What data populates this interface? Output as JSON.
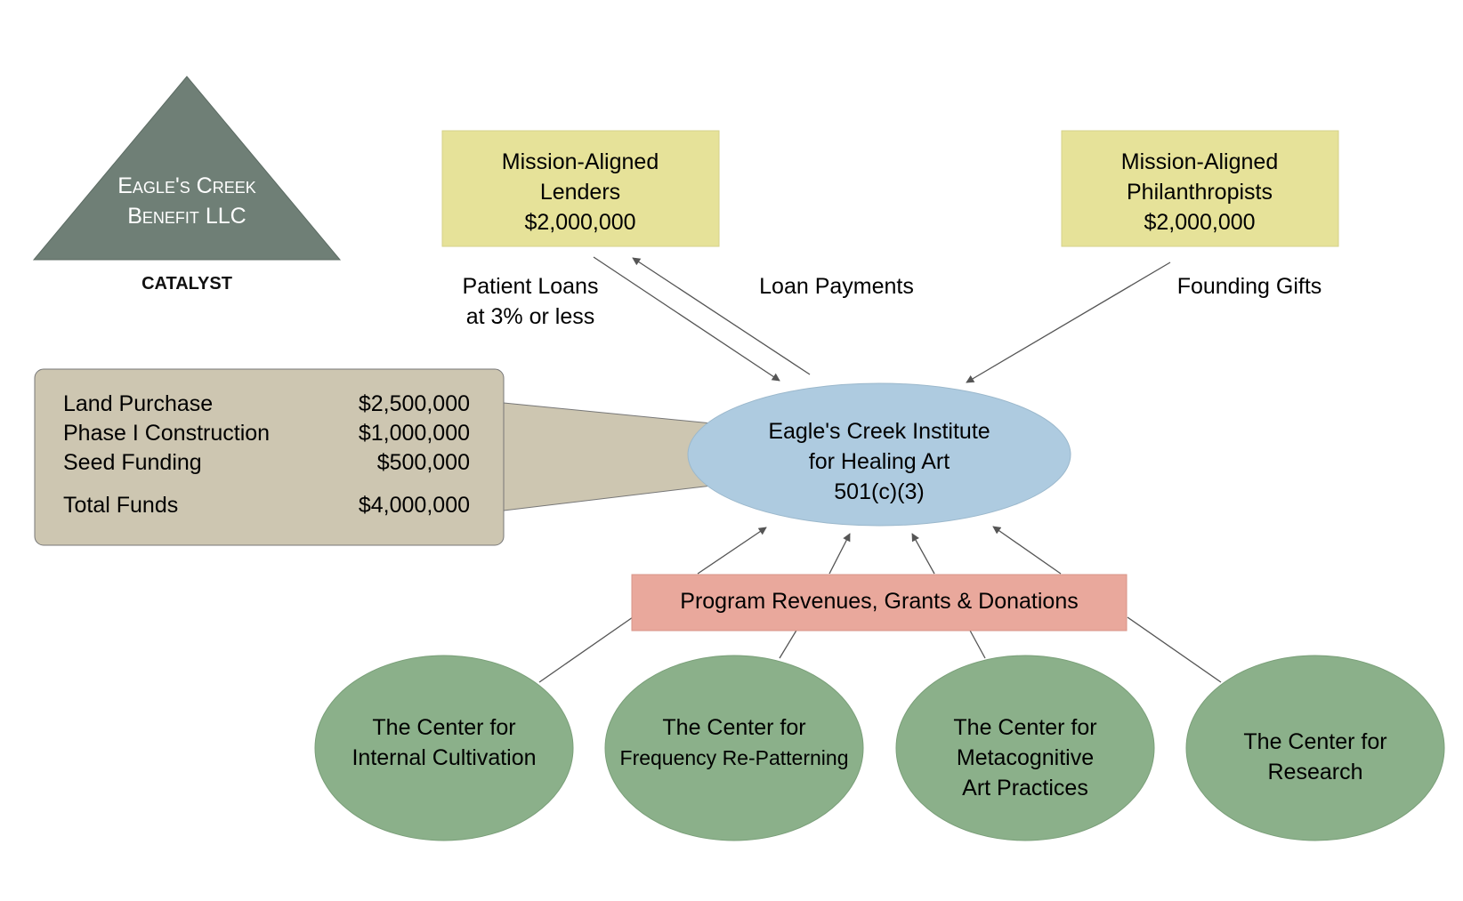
{
  "catalyst": {
    "name_line1": "Eagle's Creek",
    "name_line2": "Benefit LLC",
    "role": "CATALYST"
  },
  "lenders": {
    "line1": "Mission-Aligned",
    "line2": "Lenders",
    "amount": "$2,000,000"
  },
  "philanthropists": {
    "line1": "Mission-Aligned",
    "line2": "Philanthropists",
    "amount": "$2,000,000"
  },
  "flows": {
    "patient_loans_line1": "Patient Loans",
    "patient_loans_line2": "at 3% or less",
    "loan_payments": "Loan Payments",
    "founding_gifts": "Founding Gifts"
  },
  "funds": {
    "items": [
      {
        "label": "Land Purchase",
        "amount": "$2,500,000"
      },
      {
        "label": "Phase I Construction",
        "amount": "$1,000,000"
      },
      {
        "label": "Seed Funding",
        "amount": "$500,000"
      }
    ],
    "total_label": "Total Funds",
    "total_amount": "$4,000,000"
  },
  "institute": {
    "line1": "Eagle's Creek Institute",
    "line2": "for Healing Art",
    "line3": "501(c)(3)"
  },
  "revenues": {
    "label": "Program Revenues, Grants & Donations"
  },
  "centers": [
    {
      "line1": "The Center for",
      "line2": "Internal Cultivation"
    },
    {
      "line1": "The Center for",
      "line2": "Frequency Re-Patterning"
    },
    {
      "line1": "The Center for",
      "line2": "Metacognitive",
      "line3": "Art Practices"
    },
    {
      "line1": "The Center for",
      "line2": "Research"
    }
  ],
  "colors": {
    "triangle": "#6f7f76",
    "yellow_box": "#e6e299",
    "funds_box": "#cdc6b1",
    "institute": "#aecbe0",
    "revenues": "#e9a89c",
    "centers": "#8bb08a",
    "arrow": "#555555"
  }
}
